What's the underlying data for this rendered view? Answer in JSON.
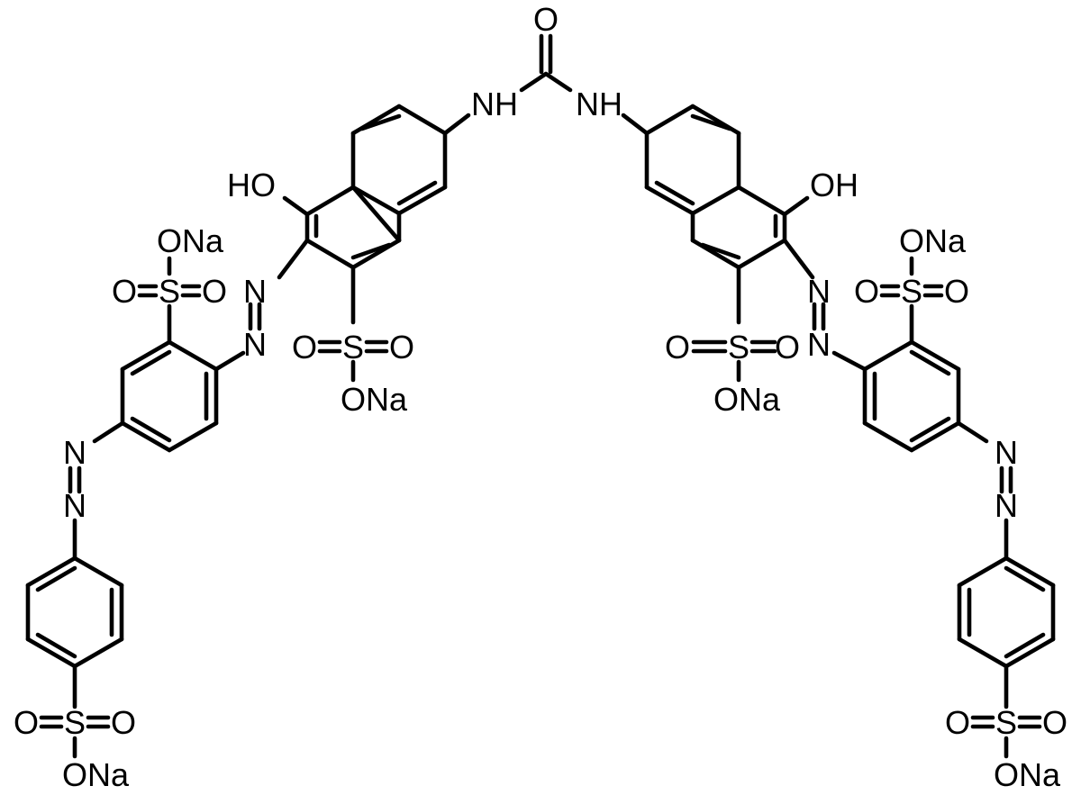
{
  "molecule": {
    "atom_labels": {
      "carbonyl_oxygen": "O",
      "amine_left": "NH",
      "amine_right": "NH",
      "hydroxyl_left": "HO",
      "hydroxyl_right": "OH",
      "azo_n": "N",
      "sulfur": "S",
      "oxygen": "O",
      "sodium_salt": "ONa"
    }
  }
}
